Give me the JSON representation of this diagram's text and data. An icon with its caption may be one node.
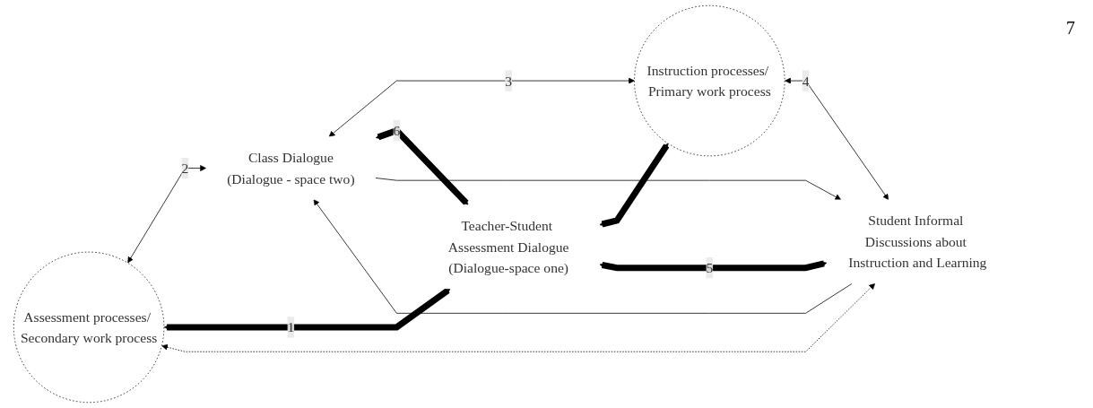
{
  "diagram": {
    "nodes": [
      {
        "text": [
          "Assessment processes/ Secondary work process"
        ]
      },
      {
        "text": [
          "Class Dialogue",
          "(Dialogue - space two)"
        ]
      },
      {
        "text": [
          "Teacher-Student Assessment Dialogue",
          "(Dialogue-space one)"
        ]
      },
      {
        "text": [
          "Instruction processes/ Primary work process"
        ]
      },
      {
        "text": [
          "Student Informal Discussions about Instruction and Learning"
        ]
      }
    ],
    "edges": [
      {
        "from": 0,
        "to": 1,
        "arrow": "both",
        "label": "2"
      },
      {
        "from": 1,
        "to": 3,
        "arrow": "both",
        "label": "3"
      },
      {
        "from": 0,
        "to": 2,
        "arrow": "both",
        "label": "1",
        "style": "thick"
      },
      {
        "from": 1,
        "to": 2,
        "arrow": "both",
        "label": "6",
        "style": "thick"
      },
      {
        "from": 2,
        "to": 3,
        "arrow": "both",
        "style": "thick"
      },
      {
        "from": 1,
        "to": 4,
        "arrow": "to"
      },
      {
        "from": 4,
        "to": 1,
        "arrow": "to"
      },
      {
        "from": 2,
        "to": 4,
        "arrow": "both",
        "label": "5",
        "style": "thick"
      },
      {
        "from": 0,
        "to": 4,
        "arrow": "both",
        "style": "dashed"
      },
      {
        "from": 3,
        "to": 4,
        "arrow": "both",
        "label": "4"
      }
    ],
    "labels": [
      "7"
    ]
  }
}
